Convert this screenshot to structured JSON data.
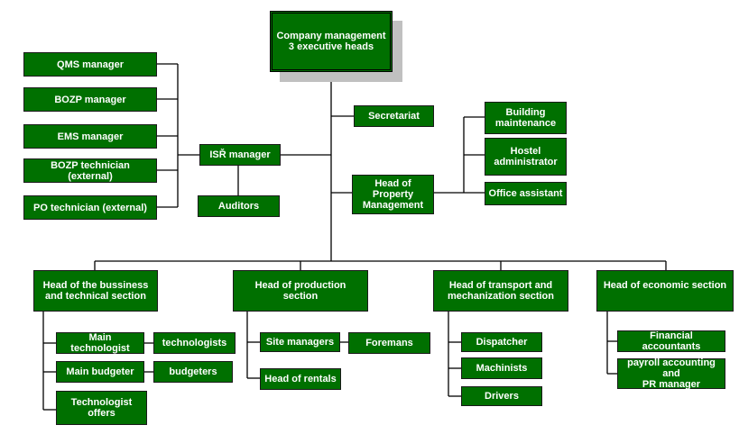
{
  "top": {
    "label": "Company management\n3 executive heads"
  },
  "left": {
    "qms": "QMS manager",
    "bozp_manager": "BOZP manager",
    "ems": "EMS manager",
    "bozp_technician": "BOZP technician (external)",
    "po_technician": "PO technician (external)",
    "isr_manager": "ISŘ manager",
    "auditors": "Auditors"
  },
  "right": {
    "secretariat": "Secretariat",
    "property_head": "Head of Property\nManagement",
    "building_maintenance": "Building\nmaintenance",
    "hostel_admin": "Hostel\nadministrator",
    "office_assistant": "Office assistant"
  },
  "sections": {
    "business": {
      "head": "Head of the bussiness\nand technical section",
      "main_technologist": "Main technologist",
      "technologists": "technologists",
      "main_budgeter": "Main budgeter",
      "budgeters": "budgeters",
      "technologist_offers": "Technologist\noffers"
    },
    "production": {
      "head": "Head of production section",
      "site_managers": "Site managers",
      "foremans": "Foremans",
      "head_rentals": "Head of rentals"
    },
    "transport": {
      "head": "Head of transport and\nmechanization section",
      "dispatcher": "Dispatcher",
      "machinists": "Machinists",
      "drivers": "Drivers"
    },
    "economic": {
      "head": "Head of economic section",
      "financial_accountants": "Financial accountants",
      "payroll": "payroll accounting and\nPR manager"
    }
  },
  "colors": {
    "box_fill": "#007000",
    "box_text": "#ffffff",
    "line": "#000000",
    "shadow": "#c0c0c0"
  }
}
